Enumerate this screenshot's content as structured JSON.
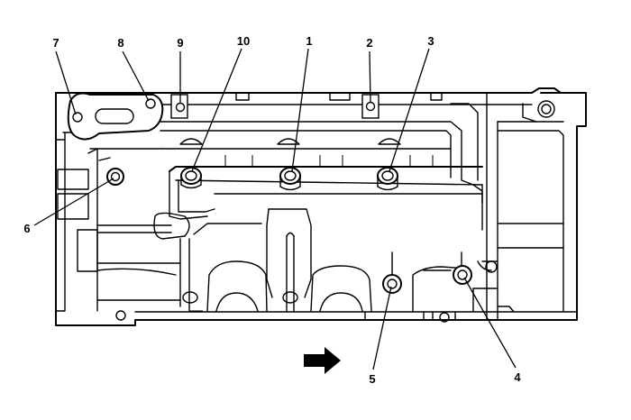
{
  "diagram": {
    "callouts": [
      {
        "id": "c1",
        "label": "1"
      },
      {
        "id": "c2",
        "label": "2"
      },
      {
        "id": "c3",
        "label": "3"
      },
      {
        "id": "c4",
        "label": "4"
      },
      {
        "id": "c5",
        "label": "5"
      },
      {
        "id": "c6",
        "label": "6"
      },
      {
        "id": "c7",
        "label": "7"
      },
      {
        "id": "c8",
        "label": "8"
      },
      {
        "id": "c9",
        "label": "9"
      },
      {
        "id": "c10",
        "label": "10"
      }
    ],
    "direction_arrow": "arrow-right-icon",
    "colors": {
      "line": "#000000",
      "background": "#ffffff"
    }
  }
}
